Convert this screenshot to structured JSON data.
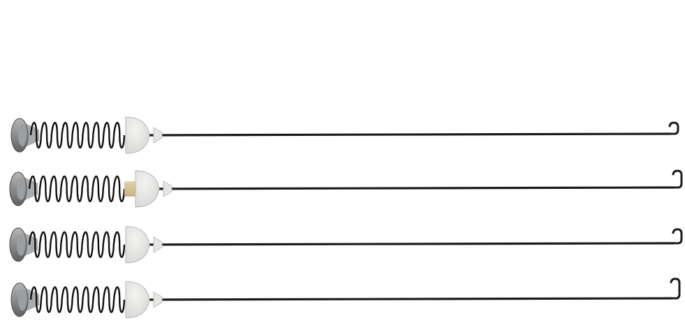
{
  "image": {
    "background": "#ffffff",
    "subject": "suspension-rod-set",
    "rod_count": 4
  },
  "colors": {
    "rod": "#1b1b1b",
    "spring": "#111111",
    "end_cap": "#8a8c8e",
    "end_cap_dark": "#5d5f61",
    "dome": "#d9d9d7",
    "dome_highlight": "#f3f3f1",
    "collar": "#c5b287",
    "washer": "#e6e6e4"
  },
  "rods": [
    {
      "id": "rod-1",
      "has_brass_collar": false
    },
    {
      "id": "rod-2",
      "has_brass_collar": true
    },
    {
      "id": "rod-3",
      "has_brass_collar": false
    },
    {
      "id": "rod-4",
      "has_brass_collar": false
    }
  ]
}
